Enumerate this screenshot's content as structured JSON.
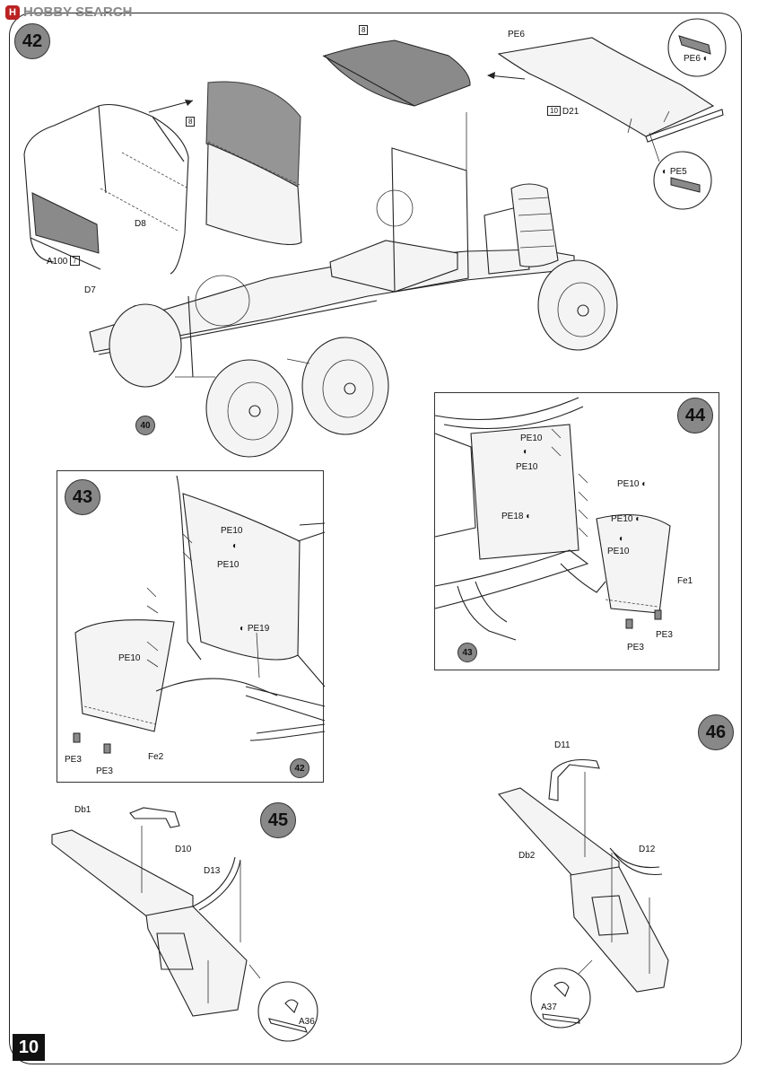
{
  "watermark": {
    "logo": "H",
    "text": "HOBBY SEARCH"
  },
  "page_number": "10",
  "steps": {
    "s42": {
      "badge": "42",
      "ref": "40",
      "labels": {
        "roof_part": "8",
        "back_part": "8",
        "pe6_top": "PE6",
        "pe6_zoom": "PE6",
        "d21_box": "10",
        "d21": "D21",
        "pe5": "PE5",
        "d8": "D8",
        "a100": "A100",
        "a100_box": "7",
        "d7": "D7"
      }
    },
    "s43": {
      "badge": "43",
      "ref": "42",
      "labels": {
        "pe10_a": "PE10",
        "pe10_b": "PE10",
        "pe10_c": "PE10",
        "pe19": "PE19",
        "pe3_a": "PE3",
        "pe3_b": "PE3",
        "fe2": "Fe2"
      }
    },
    "s44": {
      "badge": "44",
      "ref": "43",
      "labels": {
        "pe10_a": "PE10",
        "pe10_b": "PE10",
        "pe10_c": "PE10",
        "pe10_d": "PE10",
        "pe10_e": "PE10",
        "pe18": "PE18",
        "fe1": "Fe1",
        "pe3_a": "PE3",
        "pe3_b": "PE3"
      }
    },
    "s45": {
      "badge": "45",
      "labels": {
        "db1": "Db1",
        "d10": "D10",
        "d13": "D13",
        "a36": "A36"
      }
    },
    "s46": {
      "badge": "46",
      "labels": {
        "d11": "D11",
        "db2": "Db2",
        "d12": "D12",
        "a37": "A37"
      }
    }
  },
  "icons": {
    "photo_etch": "photo-etch-icon"
  }
}
